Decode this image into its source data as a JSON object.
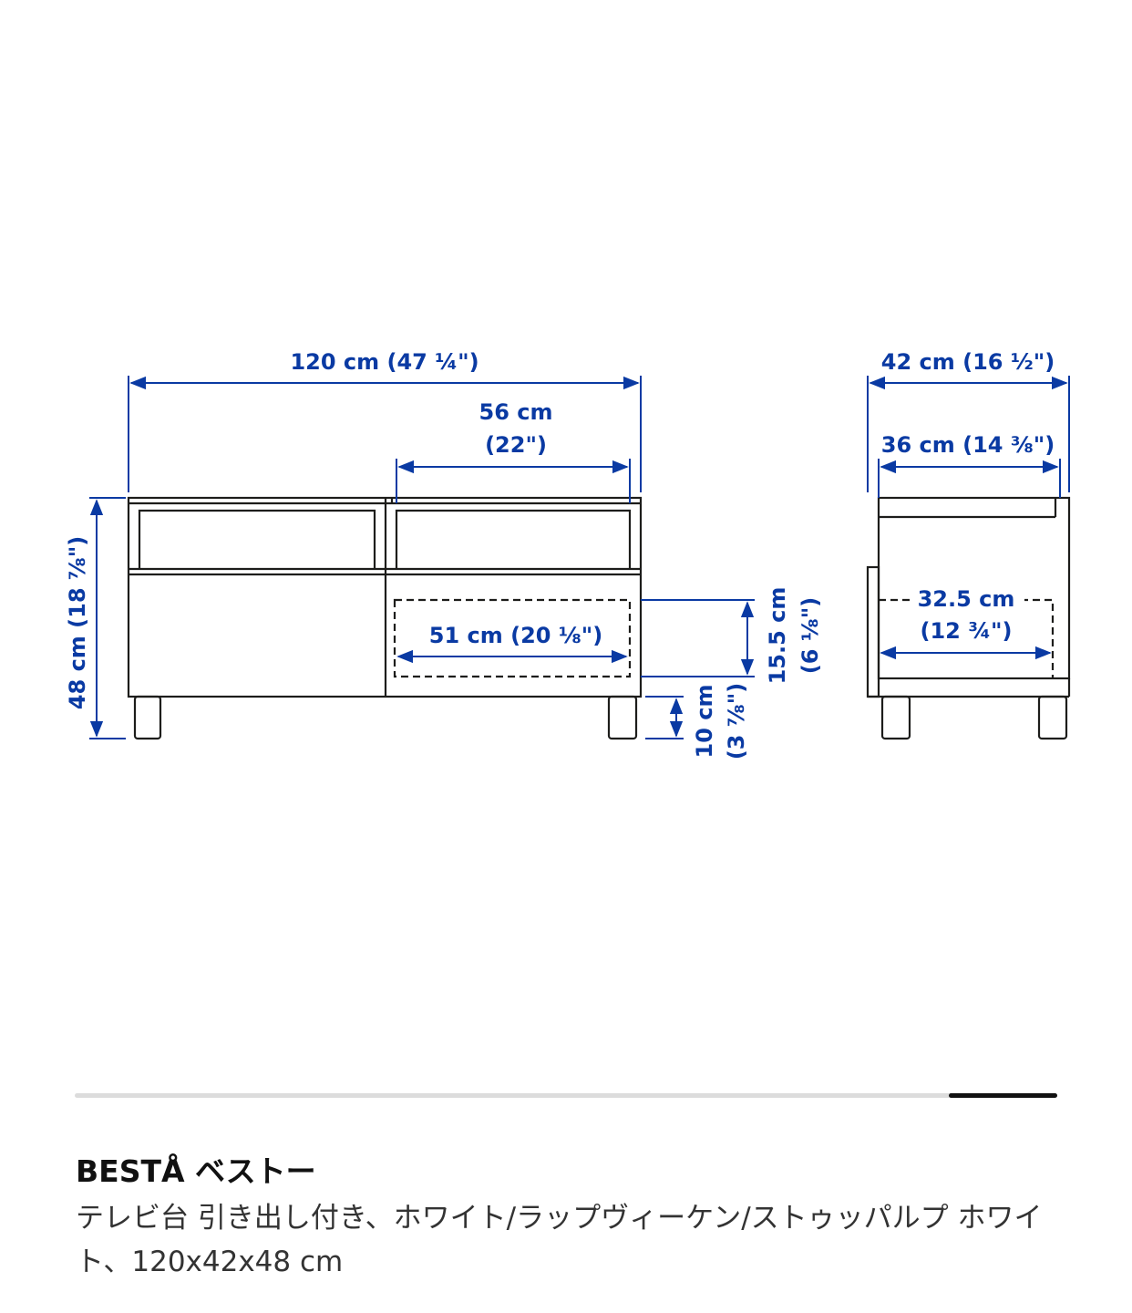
{
  "diagram": {
    "colors": {
      "line": "#1d1d1b",
      "dimension": "#0a3aa3"
    },
    "front_view": {
      "total_width": "120 cm (47 ¼\")",
      "drawer_width_cm": "56 cm",
      "drawer_width_in": "(22\")",
      "inner_width": "51 cm (20 ⅛\")",
      "total_height": "48 cm (18 ⅞\")",
      "inner_height_cm": "15.5 cm",
      "inner_height_in": "(6 ⅛\")",
      "leg_height_cm": "10 cm",
      "leg_height_in": "(3 ⅞\")"
    },
    "side_view": {
      "total_depth": "42 cm (16 ½\")",
      "drawer_depth": "36 cm (14 ⅜\")",
      "inner_depth_cm": "32.5 cm",
      "inner_depth_in": "(12 ¾\")"
    }
  },
  "carousel": {
    "position_fraction": 0.9,
    "thumb_fraction": 0.11
  },
  "product": {
    "name": "BESTÅ ベストー",
    "description": "テレビ台 引き出し付き、ホワイト/ラップヴィーケン/ストゥッパルプ ホワイト、120x42x48 cm"
  }
}
